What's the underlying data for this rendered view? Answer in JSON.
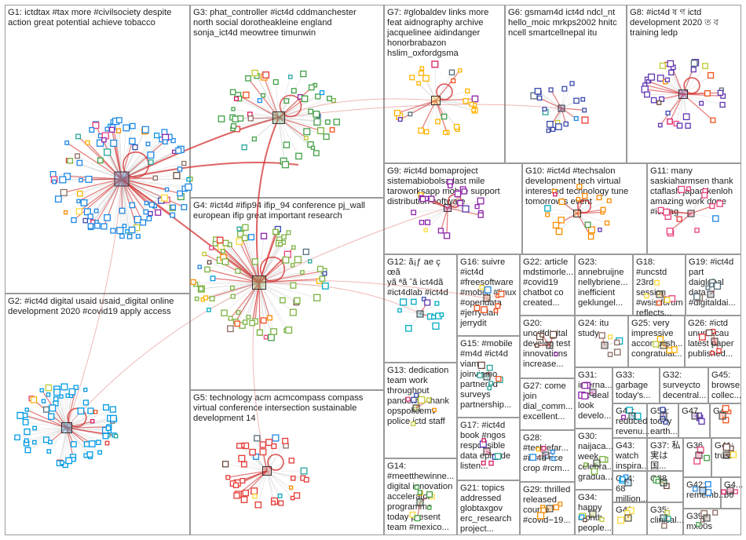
{
  "graph": {
    "groups": [
      {
        "id": "G1",
        "label": "G1: ictdtax #tax more #civilsociety despite\naction great potential achieve tobacco"
      },
      {
        "id": "G2",
        "label": "G2: #ict4d digital usaid usaid_digital online\ndevelopment 2020 #covid19 apply access"
      },
      {
        "id": "G3",
        "label": "G3: phat_controller #ict4d cddmanchester\nnorth social dorotheakleine england\nsonja_ict4d meowtree timunwin"
      },
      {
        "id": "G4",
        "label": "G4: #ict4d #ifip94 ifip_94 conference pj_wall\neuropean ifip great important research"
      },
      {
        "id": "G5",
        "label": "G5: technology acm acmcompass compass\nvirtual conference intersection sustainable\ndevelopment 14"
      },
      {
        "id": "G6",
        "label": "G6: gsmam4d ict4d ndcl_nt\nhello_moic mrkps2002 hnitc\nncell smartcellnepal itu"
      },
      {
        "id": "G7",
        "label": "G7: #globaldev links more\nfeat aidnography archive\njacquelinee aidindanger\nhonorbrabazon hslim_oxfordgsma"
      },
      {
        "id": "G8",
        "label": "G8: #ict4d ষ গ ictd\ndevelopment 2020 ত ব\ntraining ledp"
      },
      {
        "id": "G9",
        "label": "G9: #ict4d bomaproject\nsistemabiobolsa last mile\ntaroworksapp mobile support\ndistribution software"
      },
      {
        "id": "G10",
        "label": "G10: #ict4d #techsalon\ndevelopment tech virtual\ninterested technology tune\ntomorrow's event"
      },
      {
        "id": "G11",
        "label": "G11: many\nsaskiaharmsen thank\nctaflash japad kenloh\namazing work done\n#ict4ag"
      },
      {
        "id": "G12",
        "label": "G12: ã¡ƒ ae ç œã\nyã ªã ˆã ict4dã\n#ict4dlab #ict4d"
      },
      {
        "id": "G16",
        "label": "G16: suivre\n#ict4d\n#freesoftware\n#mobile #linux\n#opendata\n#jerryclan\njerrydit"
      },
      {
        "id": "G22",
        "label": "G22: article\nmdstimorle...\n#covid19\nchatbot co\ncreated..."
      },
      {
        "id": "G23",
        "label": "G23:\nannebruijne\nnellybriene...\ninefficient\ngeklungel..."
      },
      {
        "id": "G18",
        "label": "G18:\n#uncstd 23rd\nsession\n#wsis forum\nreflects..."
      },
      {
        "id": "G19",
        "label": "G19: #ict4d\npart\ndaiglobal\ndata\n#digitaldai..."
      },
      {
        "id": "G15",
        "label": "G15: #mobile\n#m4d #ict4d\nviamo\njoinviamo\npartnered\nsurveys\npartnership..."
      },
      {
        "id": "G20",
        "label": "G20:\nuncdfdigital\ndevelop test\ninnovations\nincrease..."
      },
      {
        "id": "G24",
        "label": "G24: itu\nstudy"
      },
      {
        "id": "G25",
        "label": "G25: very\nimpressive\naccomplish...\ncongratulat..."
      },
      {
        "id": "G26",
        "label": "G26: #ictd\nunumacau\nlatest paper\npublished..."
      },
      {
        "id": "G13",
        "label": "G13: dedication\nteam work\nthroughout\npandemic thank\nopspolicemv\npolice ictd staff"
      },
      {
        "id": "G27",
        "label": "G27: come\njoin\ndial_comm...\nexcellent..."
      },
      {
        "id": "G31",
        "label": "G31:\ninterna...\ntax deal\nlook\ndevelo..."
      },
      {
        "id": "G33",
        "label": "G33:\ngarbage\ntoday's..."
      },
      {
        "id": "G32",
        "label": "G32:\nsurveycto\ndecentral..."
      },
      {
        "id": "G45",
        "label": "G45:\nbrowse\ncollec..."
      },
      {
        "id": "G17",
        "label": "G17: #ict4d\nbook #ngos\nresponsible\ndata episode\nlisten..."
      },
      {
        "id": "G46",
        "label": "G46:\nreduced\nrevenu..."
      },
      {
        "id": "G50",
        "label": "G50:\ntoday\nearth..."
      },
      {
        "id": "G47",
        "label": "G47"
      },
      {
        "id": "G48",
        "label": "G48"
      },
      {
        "id": "G28",
        "label": "G28:\n#techiefar...\n#ict4d rice\ncrop #rcm..."
      },
      {
        "id": "G30",
        "label": "G30:\nnaijaca...\nweek\ncelebra...\ngradua..."
      },
      {
        "id": "G43",
        "label": "G43:\nwatch\ninspira..."
      },
      {
        "id": "G37",
        "label": "G37: 私\n実は国..."
      },
      {
        "id": "G36",
        "label": "G36"
      },
      {
        "id": "G41",
        "label": "G41:\ntrust"
      },
      {
        "id": "G14",
        "label": "G14:\n#meetthewinne...\ndigital innovation\naccelerator\nprogramme\ntoday present\nteam #mexico..."
      },
      {
        "id": "G44",
        "label": "G44: 68\nmillion..."
      },
      {
        "id": "G38",
        "label": "G38"
      },
      {
        "id": "G21",
        "label": "G21: topics\naddressed\nglobtaxgov\nerc_research\nproject..."
      },
      {
        "id": "G29",
        "label": "G29: thrilled\nreleased\ncourse\n#covid−19..."
      },
      {
        "id": "G34",
        "label": "G34:\nhappy\nmonth\npeople..."
      },
      {
        "id": "G49",
        "label": "G49"
      },
      {
        "id": "G35",
        "label": "G35:\nclinical..."
      },
      {
        "id": "G42",
        "label": "G42:\nrememb..."
      },
      {
        "id": "G4x",
        "label": "G4...\n66"
      },
      {
        "id": "G39",
        "label": "G39:\nmx00s"
      }
    ],
    "palette": [
      "#e53935",
      "#1e88e5",
      "#43a047",
      "#8e24aa",
      "#fb8c00",
      "#fdd835",
      "#00acc1",
      "#6d4c41",
      "#3949ab",
      "#d81b60",
      "#7cb342",
      "#5e35b1",
      "#f4511e",
      "#26a69a",
      "#c0ca33",
      "#ffb300",
      "#039be5",
      "#8d6e63",
      "#546e7a",
      "#ec407a"
    ],
    "edge_color": "#d32f2f"
  }
}
